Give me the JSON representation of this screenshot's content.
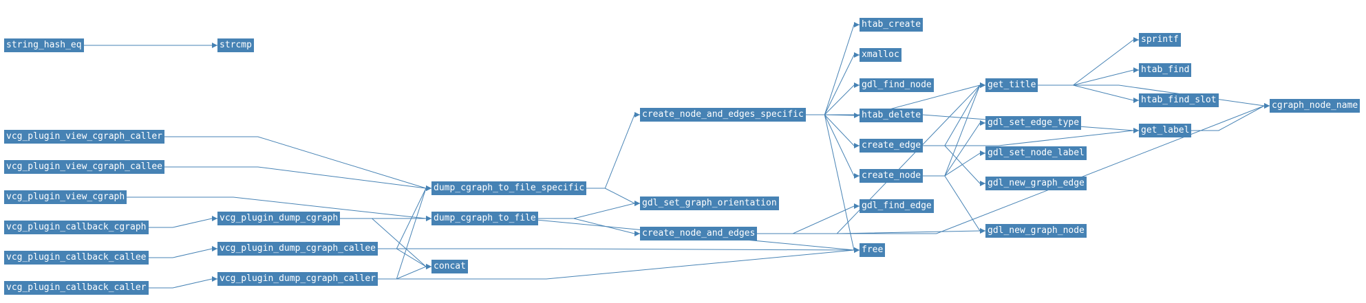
{
  "graph": {
    "nodes": [
      {
        "id": "string_hash_eq",
        "label": "string_hash_eq"
      },
      {
        "id": "strcmp",
        "label": "strcmp"
      },
      {
        "id": "vcg_plugin_view_cgraph_caller",
        "label": "vcg_plugin_view_cgraph_caller"
      },
      {
        "id": "vcg_plugin_view_cgraph_callee",
        "label": "vcg_plugin_view_cgraph_callee"
      },
      {
        "id": "vcg_plugin_view_cgraph",
        "label": "vcg_plugin_view_cgraph"
      },
      {
        "id": "vcg_plugin_callback_cgraph",
        "label": "vcg_plugin_callback_cgraph"
      },
      {
        "id": "vcg_plugin_callback_callee",
        "label": "vcg_plugin_callback_callee"
      },
      {
        "id": "vcg_plugin_callback_caller",
        "label": "vcg_plugin_callback_caller"
      },
      {
        "id": "vcg_plugin_dump_cgraph",
        "label": "vcg_plugin_dump_cgraph"
      },
      {
        "id": "vcg_plugin_dump_cgraph_callee",
        "label": "vcg_plugin_dump_cgraph_callee"
      },
      {
        "id": "vcg_plugin_dump_cgraph_caller",
        "label": "vcg_plugin_dump_cgraph_caller"
      },
      {
        "id": "dump_cgraph_to_file_specific",
        "label": "dump_cgraph_to_file_specific"
      },
      {
        "id": "dump_cgraph_to_file",
        "label": "dump_cgraph_to_file"
      },
      {
        "id": "concat",
        "label": "concat"
      },
      {
        "id": "create_node_and_edges_specific",
        "label": "create_node_and_edges_specific"
      },
      {
        "id": "gdl_set_graph_orientation",
        "label": "gdl_set_graph_orientation"
      },
      {
        "id": "create_node_and_edges",
        "label": "create_node_and_edges"
      },
      {
        "id": "htab_create",
        "label": "htab_create"
      },
      {
        "id": "xmalloc",
        "label": "xmalloc"
      },
      {
        "id": "gdl_find_node",
        "label": "gdl_find_node"
      },
      {
        "id": "htab_delete",
        "label": "htab_delete"
      },
      {
        "id": "create_edge",
        "label": "create_edge"
      },
      {
        "id": "create_node",
        "label": "create_node"
      },
      {
        "id": "gdl_find_edge",
        "label": "gdl_find_edge"
      },
      {
        "id": "free",
        "label": "free"
      },
      {
        "id": "get_title",
        "label": "get_title"
      },
      {
        "id": "gdl_set_edge_type",
        "label": "gdl_set_edge_type"
      },
      {
        "id": "gdl_set_node_label",
        "label": "gdl_set_node_label"
      },
      {
        "id": "gdl_new_graph_edge",
        "label": "gdl_new_graph_edge"
      },
      {
        "id": "gdl_new_graph_node",
        "label": "gdl_new_graph_node"
      },
      {
        "id": "sprintf",
        "label": "sprintf"
      },
      {
        "id": "htab_find",
        "label": "htab_find"
      },
      {
        "id": "htab_find_slot",
        "label": "htab_find_slot"
      },
      {
        "id": "get_label",
        "label": "get_label"
      },
      {
        "id": "cgraph_node_name",
        "label": "cgraph_node_name"
      }
    ],
    "edges": [
      [
        "string_hash_eq",
        "strcmp"
      ],
      [
        "vcg_plugin_view_cgraph_caller",
        "dump_cgraph_to_file_specific"
      ],
      [
        "vcg_plugin_view_cgraph_callee",
        "dump_cgraph_to_file_specific"
      ],
      [
        "vcg_plugin_view_cgraph",
        "dump_cgraph_to_file"
      ],
      [
        "vcg_plugin_callback_cgraph",
        "vcg_plugin_dump_cgraph"
      ],
      [
        "vcg_plugin_callback_callee",
        "vcg_plugin_dump_cgraph_callee"
      ],
      [
        "vcg_plugin_callback_caller",
        "vcg_plugin_dump_cgraph_caller"
      ],
      [
        "vcg_plugin_dump_cgraph",
        "dump_cgraph_to_file"
      ],
      [
        "vcg_plugin_dump_cgraph",
        "concat"
      ],
      [
        "vcg_plugin_dump_cgraph",
        "free"
      ],
      [
        "vcg_plugin_dump_cgraph_callee",
        "dump_cgraph_to_file_specific"
      ],
      [
        "vcg_plugin_dump_cgraph_callee",
        "concat"
      ],
      [
        "vcg_plugin_dump_cgraph_callee",
        "free"
      ],
      [
        "vcg_plugin_dump_cgraph_caller",
        "dump_cgraph_to_file_specific"
      ],
      [
        "vcg_plugin_dump_cgraph_caller",
        "concat"
      ],
      [
        "vcg_plugin_dump_cgraph_caller",
        "free"
      ],
      [
        "dump_cgraph_to_file_specific",
        "create_node_and_edges_specific"
      ],
      [
        "dump_cgraph_to_file_specific",
        "gdl_set_graph_orientation"
      ],
      [
        "dump_cgraph_to_file",
        "gdl_set_graph_orientation"
      ],
      [
        "dump_cgraph_to_file",
        "create_node_and_edges"
      ],
      [
        "create_node_and_edges_specific",
        "htab_create"
      ],
      [
        "create_node_and_edges_specific",
        "xmalloc"
      ],
      [
        "create_node_and_edges_specific",
        "gdl_find_node"
      ],
      [
        "create_node_and_edges_specific",
        "htab_delete"
      ],
      [
        "create_node_and_edges_specific",
        "create_edge"
      ],
      [
        "create_node_and_edges_specific",
        "create_node"
      ],
      [
        "create_node_and_edges_specific",
        "free"
      ],
      [
        "create_node_and_edges_specific",
        "get_title"
      ],
      [
        "create_node_and_edges_specific",
        "get_label"
      ],
      [
        "create_node_and_edges",
        "gdl_find_edge"
      ],
      [
        "create_node_and_edges",
        "get_title"
      ],
      [
        "create_node_and_edges",
        "gdl_new_graph_node"
      ],
      [
        "create_node_and_edges",
        "cgraph_node_name"
      ],
      [
        "create_edge",
        "get_title"
      ],
      [
        "create_edge",
        "gdl_new_graph_edge"
      ],
      [
        "create_edge",
        "get_label"
      ],
      [
        "create_node",
        "get_title"
      ],
      [
        "create_node",
        "gdl_set_node_label"
      ],
      [
        "create_node",
        "gdl_new_graph_node"
      ],
      [
        "create_node",
        "gdl_set_edge_type"
      ],
      [
        "get_title",
        "sprintf"
      ],
      [
        "get_title",
        "htab_find"
      ],
      [
        "get_title",
        "htab_find_slot"
      ],
      [
        "get_title",
        "cgraph_node_name"
      ],
      [
        "get_label",
        "cgraph_node_name"
      ]
    ]
  }
}
